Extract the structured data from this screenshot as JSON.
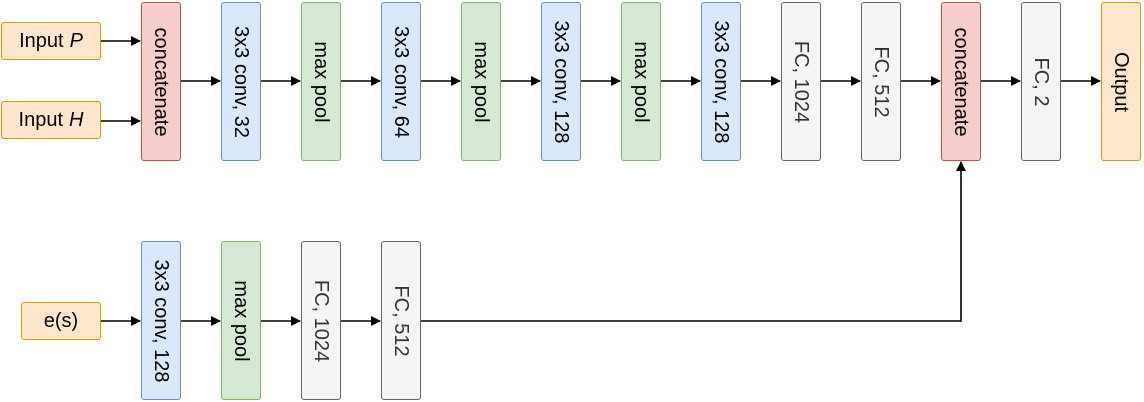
{
  "inputs": {
    "p": {
      "prefix": "Input",
      "var": "P"
    },
    "h": {
      "prefix": "Input",
      "var": "H"
    },
    "es": "e(s)"
  },
  "top_branch": [
    "concatenate",
    "3x3 conv, 32",
    "max pool",
    "3x3 conv, 64",
    "max pool",
    "3x3 conv, 128",
    "max pool",
    "3x3 conv, 128",
    "FC, 1024",
    "FC, 512",
    "concatenate",
    "FC, 2",
    "Output"
  ],
  "bottom_branch": [
    "3x3 conv, 128",
    "max pool",
    "FC, 1024",
    "FC, 512"
  ],
  "colors": {
    "concatenate_fill": "#f8cecc",
    "conv_fill": "#dae8fc",
    "pool_fill": "#d5e8d4",
    "fc_fill": "#f5f5f5",
    "io_fill": "#ffe6cc"
  }
}
